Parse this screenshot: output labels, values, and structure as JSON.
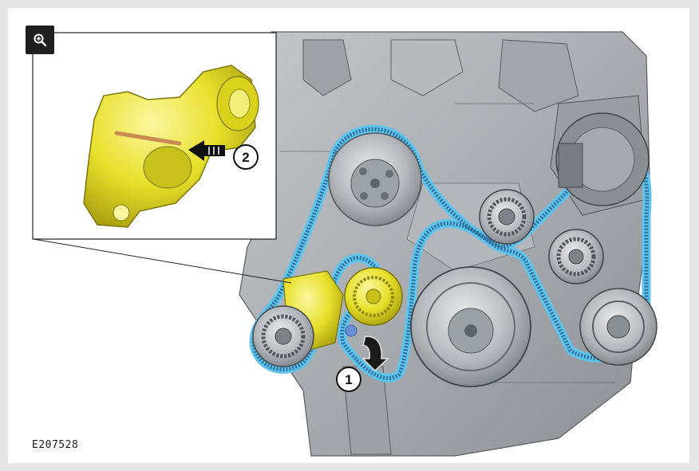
{
  "figure": {
    "reference_code": "E207528",
    "zoom_icon": "zoom-in-icon"
  },
  "callouts": [
    {
      "label": "1"
    },
    {
      "label": "2"
    }
  ],
  "colors": {
    "belt": "#3c8fc7",
    "belt_outline": "#5fc4ec",
    "tensioner": "#e7e02a",
    "locking_pin": "#c98a52",
    "engine_metal": "#a8acb0"
  }
}
